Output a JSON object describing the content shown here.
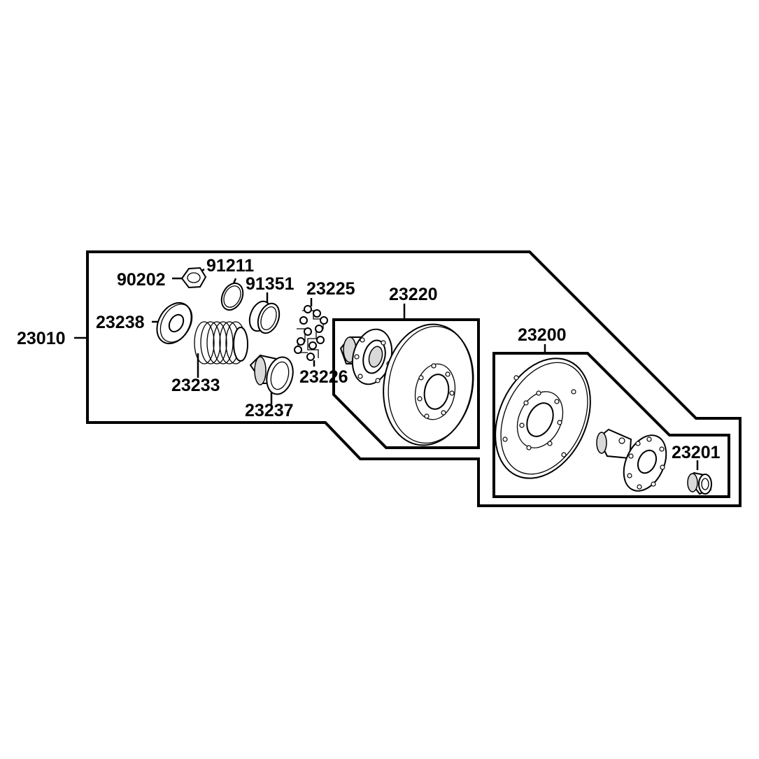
{
  "diagram": {
    "labels": {
      "assembly": "23010",
      "nut": "90202",
      "circlip": "91211",
      "oring": "91351",
      "weights": "23225",
      "washer": "23238",
      "spring": "23233",
      "collar": "23237",
      "guide": "23226",
      "driven_face": "23220",
      "fixed_face": "23200",
      "bushing": "23201"
    }
  }
}
